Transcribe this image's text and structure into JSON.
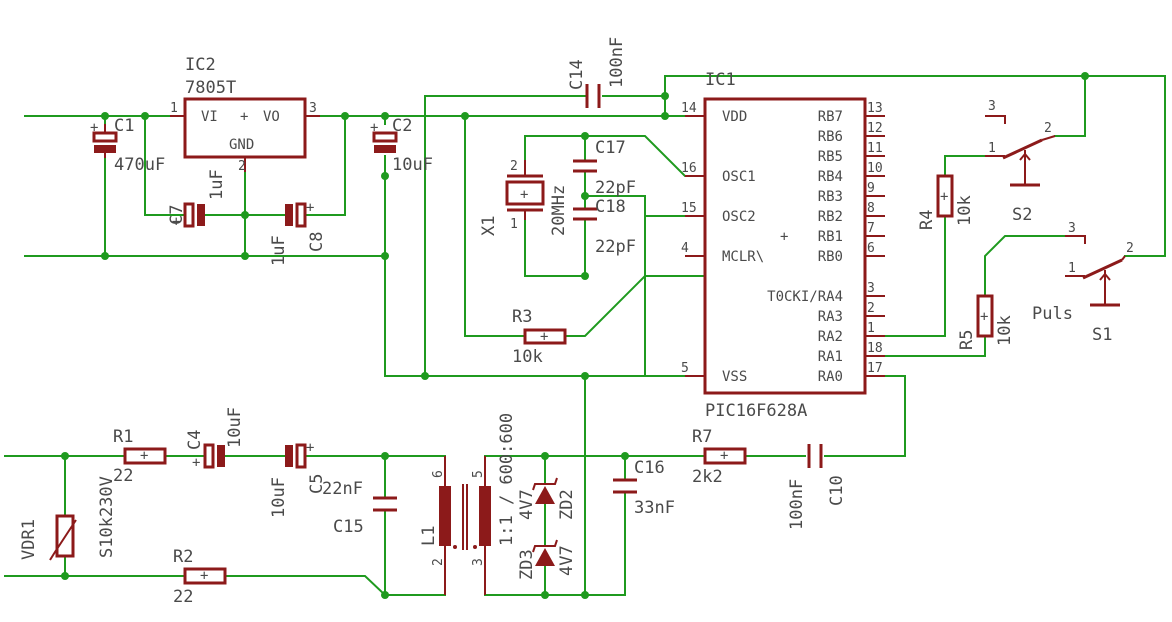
{
  "colors": {
    "wire": "#1f9a1f",
    "part": "#8c1a1a",
    "text": "#4a4a4a",
    "background": "#ffffff"
  },
  "ic1": {
    "name": "IC1",
    "value": "PIC16F628A",
    "left_pins": [
      {
        "num": "14",
        "label": "VDD"
      },
      {
        "num": "16",
        "label": "OSC1"
      },
      {
        "num": "15",
        "label": "OSC2"
      },
      {
        "num": "4",
        "label": "MCLR\\"
      },
      {
        "num": "5",
        "label": "VSS"
      }
    ],
    "right_pins": [
      {
        "num": "13",
        "label": "RB7"
      },
      {
        "num": "12",
        "label": "RB6"
      },
      {
        "num": "11",
        "label": "RB5"
      },
      {
        "num": "10",
        "label": "RB4"
      },
      {
        "num": "9",
        "label": "RB3"
      },
      {
        "num": "8",
        "label": "RB2"
      },
      {
        "num": "7",
        "label": "RB1"
      },
      {
        "num": "6",
        "label": "RB0"
      },
      {
        "num": "3",
        "label": "T0CKI/RA4"
      },
      {
        "num": "2",
        "label": "RA3"
      },
      {
        "num": "1",
        "label": "RA2"
      },
      {
        "num": "18",
        "label": "RA1"
      },
      {
        "num": "17",
        "label": "RA0"
      }
    ]
  },
  "ic2": {
    "name": "IC2",
    "value": "7805T",
    "vi": "VI",
    "vo": "VO",
    "gnd": "GND",
    "pin_in": "1",
    "pin_out": "3",
    "pin_gnd": "2"
  },
  "parts": {
    "c1": {
      "name": "C1",
      "value": "470uF"
    },
    "c2": {
      "name": "C2",
      "value": "10uF"
    },
    "c7": {
      "name": "C7",
      "value": "1uF"
    },
    "c8": {
      "name": "C8",
      "value": "1uF"
    },
    "c14": {
      "name": "C14",
      "value": "100nF"
    },
    "c17": {
      "name": "C17",
      "value": "22pF"
    },
    "c18": {
      "name": "C18",
      "value": "22pF"
    },
    "x1": {
      "name": "X1",
      "value": "20MHz",
      "pin1": "1",
      "pin2": "2"
    },
    "r3": {
      "name": "R3",
      "value": "10k"
    },
    "r4": {
      "name": "R4",
      "value": "10k"
    },
    "r5": {
      "name": "R5",
      "value": "10k"
    },
    "s1": {
      "name": "S1",
      "label": "Puls",
      "pin1": "1",
      "pin2": "2",
      "pin3": "3"
    },
    "s2": {
      "name": "S2",
      "pin1": "1",
      "pin2": "2",
      "pin3": "3"
    },
    "r1": {
      "name": "R1",
      "value": "22"
    },
    "r2": {
      "name": "R2",
      "value": "22"
    },
    "vdr1": {
      "name": "VDR1",
      "value": "S10k230V"
    },
    "c4": {
      "name": "C4",
      "value": "10uF"
    },
    "c5": {
      "name": "C5",
      "value": "10uF"
    },
    "c15": {
      "name": "C15",
      "value": "22nF"
    },
    "l1": {
      "name": "L1",
      "value": "1:1 / 600:600",
      "pin6": "6",
      "pin2": "2",
      "pin5": "5",
      "pin3": "3"
    },
    "zd2": {
      "name": "ZD2",
      "value": "4V7"
    },
    "zd3": {
      "name": "ZD3",
      "value": "4V7"
    },
    "c16": {
      "name": "C16",
      "value": "33nF"
    },
    "r7": {
      "name": "R7",
      "value": "2k2"
    },
    "c10": {
      "name": "C10",
      "value": "100nF"
    }
  },
  "symbols": {
    "plus": "+"
  }
}
